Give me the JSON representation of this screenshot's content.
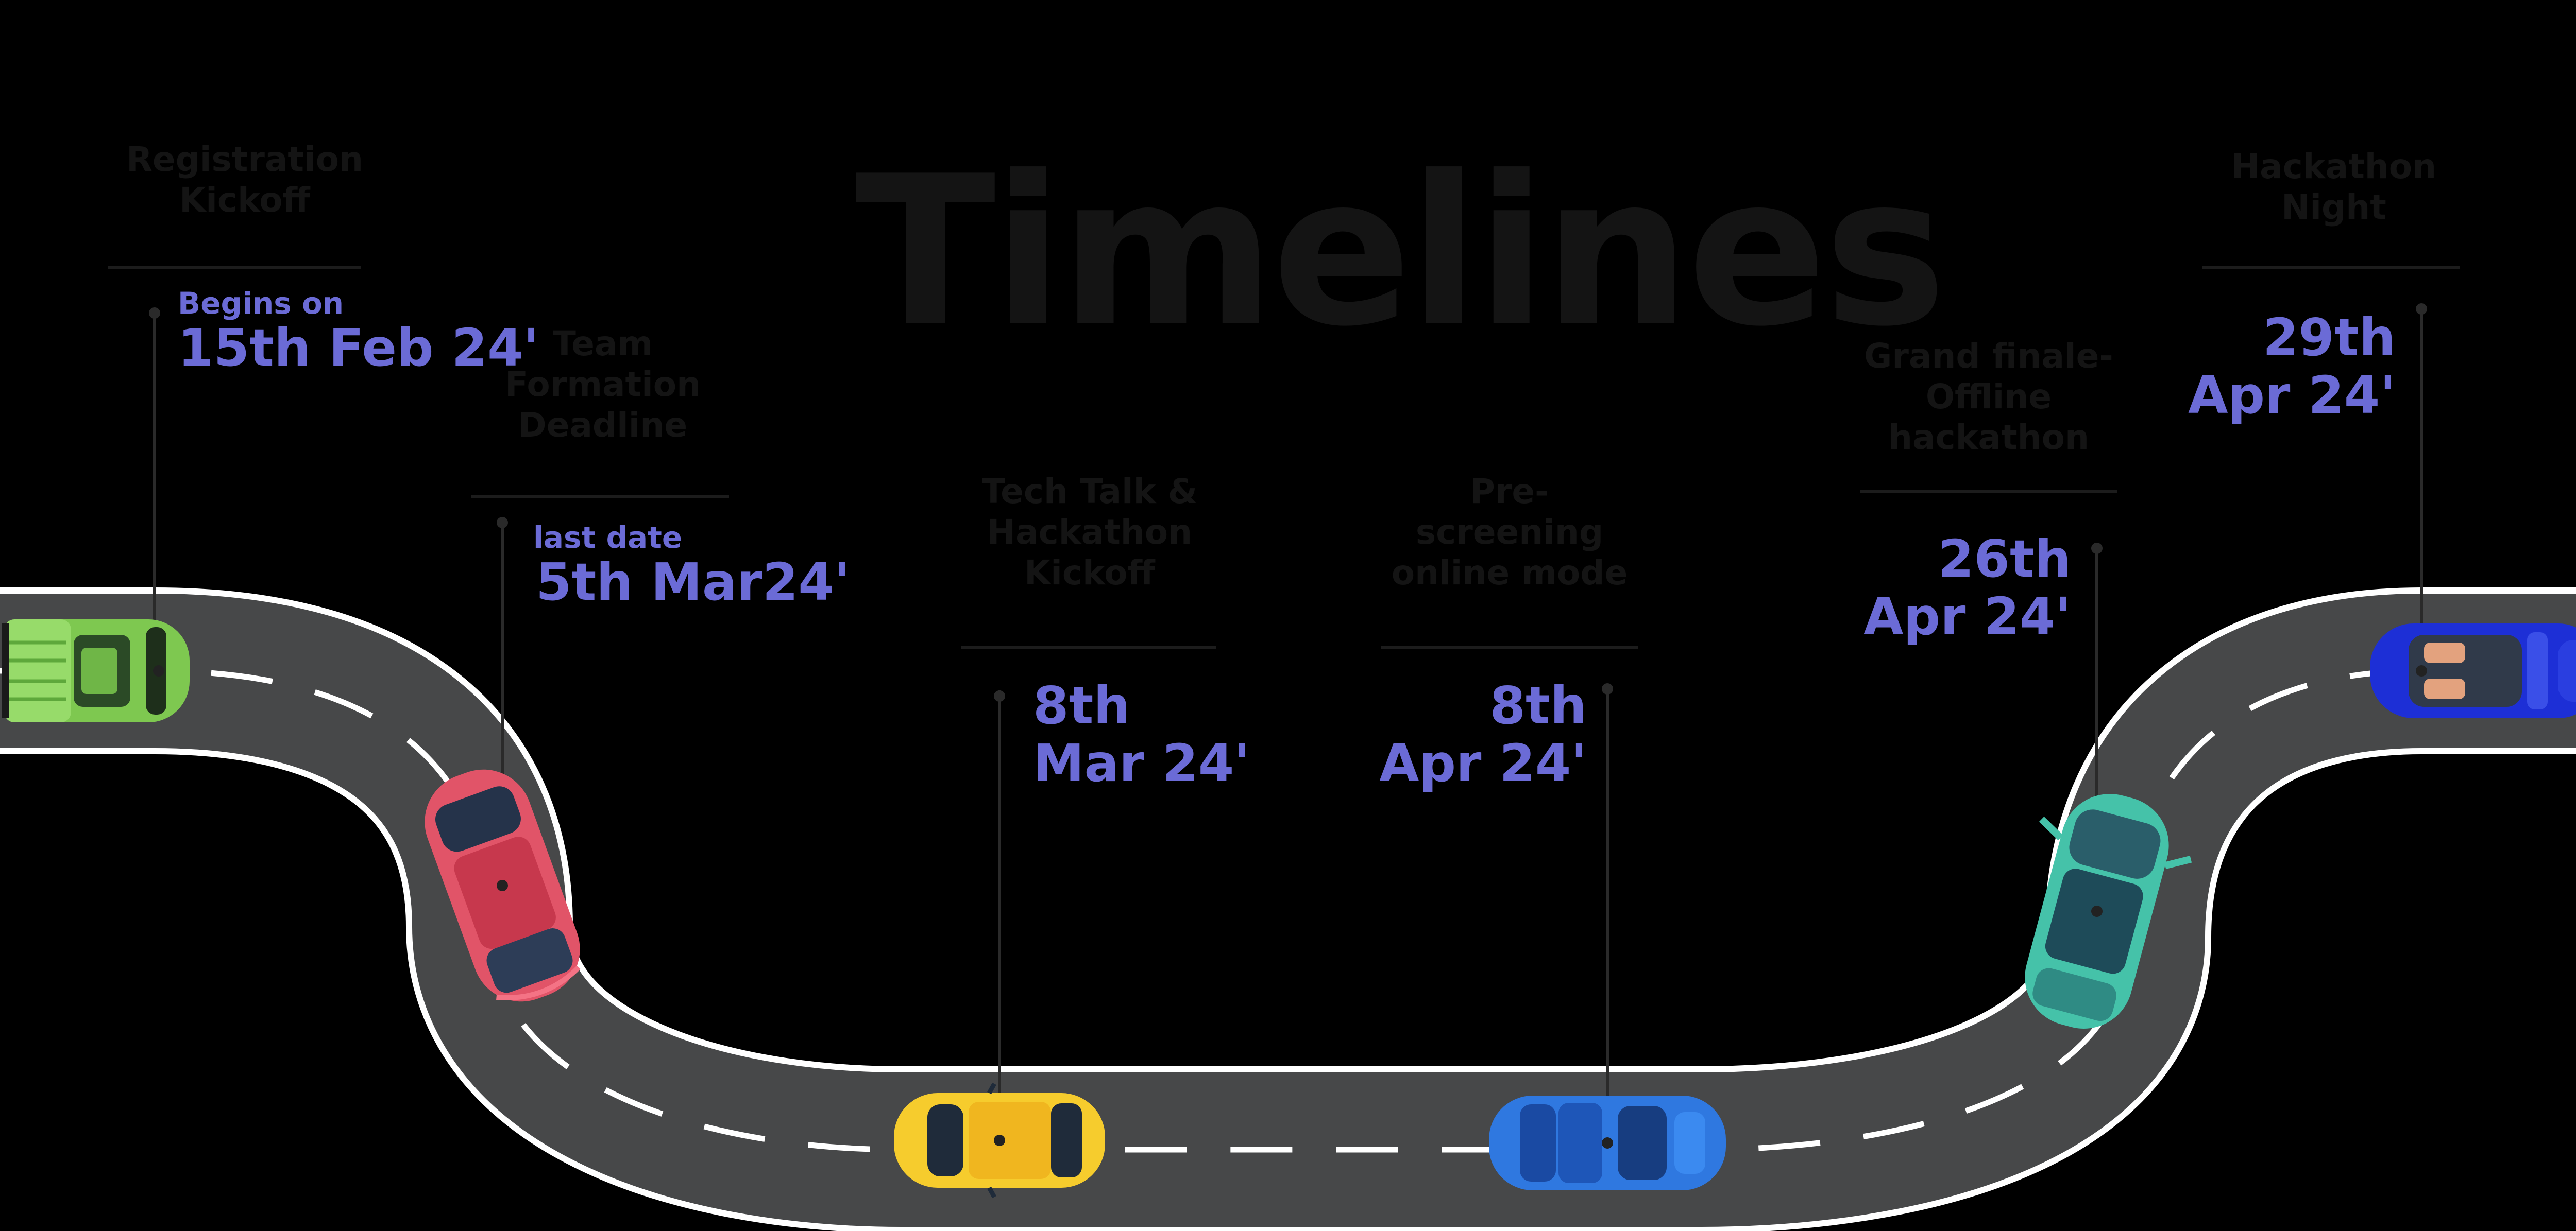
{
  "page": {
    "title": "Timelines"
  },
  "colors": {
    "background": "#000000",
    "title": "#141414",
    "label": "#141414",
    "date": "#6b6bd6",
    "road": "#474849",
    "road_edge": "#ffffff",
    "lane_mark": "#ffffff",
    "connector": "#2a2a2a"
  },
  "milestones": [
    {
      "label": "Registration\nKickoff",
      "sub": "Begins on",
      "date": "15th Feb 24'",
      "car": "green-car"
    },
    {
      "label": "Team\nFormation\nDeadline",
      "sub": "last date",
      "date": "5th Mar24'",
      "car": "red-car"
    },
    {
      "label": "Tech Talk &\nHackathon\nKickoff",
      "sub": "",
      "date": "8th\nMar 24'",
      "car": "yellow-car"
    },
    {
      "label": "Pre-\nscreening\nonline mode",
      "sub": "",
      "date": "8th\nApr 24'",
      "car": "blue-car"
    },
    {
      "label": "Grand finale-\nOffline\nhackathon",
      "sub": "",
      "date": "26th\nApr 24'",
      "car": "teal-car"
    },
    {
      "label": "Hackathon\nNight",
      "sub": "",
      "date": "29th\nApr 24'",
      "car": "convertible-car"
    }
  ]
}
